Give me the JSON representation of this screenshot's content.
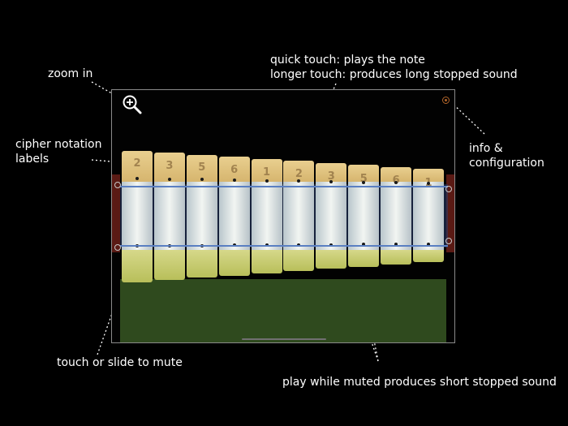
{
  "annotations": {
    "zoom_in": "zoom in",
    "quick_touch": "quick touch: plays the note",
    "longer_touch": "longer touch: produces long stopped sound",
    "cipher_line1": "cipher notation",
    "cipher_line2": "labels",
    "info_line1": "info &",
    "info_line2": "configuration",
    "touch_slide": "touch or slide to mute",
    "play_muted": "play while muted produces short stopped sound"
  },
  "bars": [
    {
      "label": "2"
    },
    {
      "label": "3"
    },
    {
      "label": "5"
    },
    {
      "label": "6"
    },
    {
      "label": "1"
    },
    {
      "label": "2"
    },
    {
      "label": "3"
    },
    {
      "label": "5"
    },
    {
      "label": "6"
    },
    {
      "label": "1"
    }
  ],
  "colors": {
    "background": "#000000",
    "annotation_text": "#ffffff",
    "mute_zone": "#2f4a1e",
    "bar_top": "#e0c27f",
    "bar_bottom": "#c8cc70",
    "rail": "#5a7fc2",
    "info_button": "#b0642a"
  },
  "icons": {
    "zoom": "zoom-in-magnifier-icon",
    "info": "info-circle-icon"
  }
}
